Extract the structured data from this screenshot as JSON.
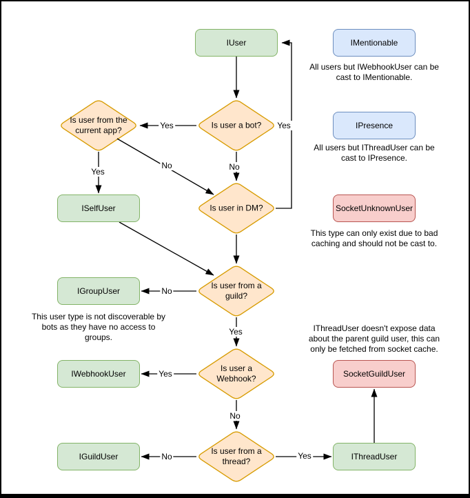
{
  "nodes": {
    "iuser": {
      "label": "IUser"
    },
    "imentionable": {
      "label": "IMentionable"
    },
    "ipresence": {
      "label": "IPresence"
    },
    "socket_unknown": {
      "label": "SocketUnknownUser"
    },
    "iself_user": {
      "label": "ISelfUser"
    },
    "igroup_user": {
      "label": "IGroupUser"
    },
    "iwebhook_user": {
      "label": "IWebhookUser"
    },
    "iguild_user": {
      "label": "IGuildUser"
    },
    "ithread_user": {
      "label": "IThreadUser"
    },
    "socket_guild": {
      "label": "SocketGuildUser"
    }
  },
  "decisions": {
    "is_bot": {
      "label": "Is user a bot?"
    },
    "is_current_app": {
      "label": "Is user from the\ncurrent app?"
    },
    "is_dm": {
      "label": "Is user in DM?"
    },
    "is_guild": {
      "label": "Is user from a\nguild?"
    },
    "is_webhook": {
      "label": "Is user a\nWebhook?"
    },
    "is_thread": {
      "label": "Is user from a\nthread?"
    }
  },
  "edge_labels": {
    "yes": "Yes",
    "no": "No"
  },
  "notes": {
    "mentionable": "All users but IWebhookUser can be\ncast to IMentionable.",
    "presence": "All users but IThreadUser can be\ncast to IPresence.",
    "unknown": "This type can only exist due to bad\ncaching and should not be cast to.",
    "group": "This user type is not discoverable by\nbots as they have no access to\ngroups.",
    "thread": "IThreadUser doesn't expose data\nabout the parent guild user, this can\nonly be fetched from socket cache."
  },
  "colors": {
    "green_fill": "#d5e8d4",
    "green_stroke": "#82b366",
    "orange_fill": "#ffe6cc",
    "orange_stroke": "#d79b00",
    "blue_fill": "#dae8fc",
    "blue_stroke": "#6c8ebf",
    "red_fill": "#f8cecc",
    "red_stroke": "#b85450"
  }
}
